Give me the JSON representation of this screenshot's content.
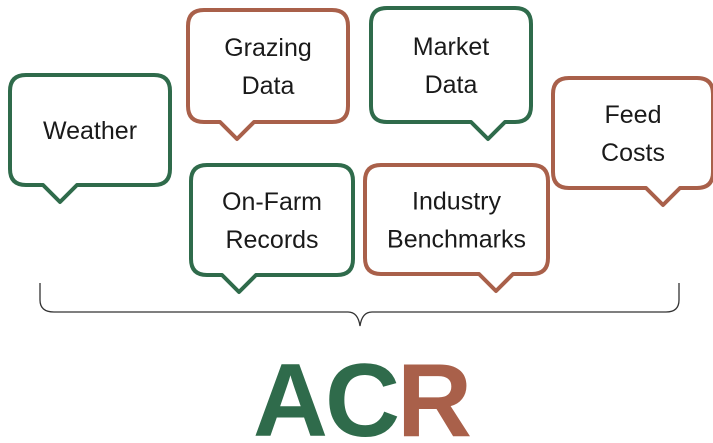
{
  "colors": {
    "green": "#2f6b4b",
    "rust": "#a9604a",
    "bracket": "#333333",
    "text": "#1a1a1a"
  },
  "bubbles": [
    {
      "id": "weather",
      "lines": [
        "Weather"
      ],
      "color": "green"
    },
    {
      "id": "grazing-data",
      "lines": [
        "Grazing",
        "Data"
      ],
      "color": "rust"
    },
    {
      "id": "market-data",
      "lines": [
        "Market",
        "Data"
      ],
      "color": "green"
    },
    {
      "id": "feed-costs",
      "lines": [
        "Feed",
        "Costs"
      ],
      "color": "rust"
    },
    {
      "id": "on-farm-records",
      "lines": [
        "On-Farm",
        "Records"
      ],
      "color": "green"
    },
    {
      "id": "industry-benchmarks",
      "lines": [
        "Industry",
        "Benchmarks"
      ],
      "color": "rust"
    }
  ],
  "logo": {
    "letters": [
      {
        "char": "A",
        "color": "green"
      },
      {
        "char": "C",
        "color": "green"
      },
      {
        "char": "R",
        "color": "rust"
      }
    ]
  }
}
